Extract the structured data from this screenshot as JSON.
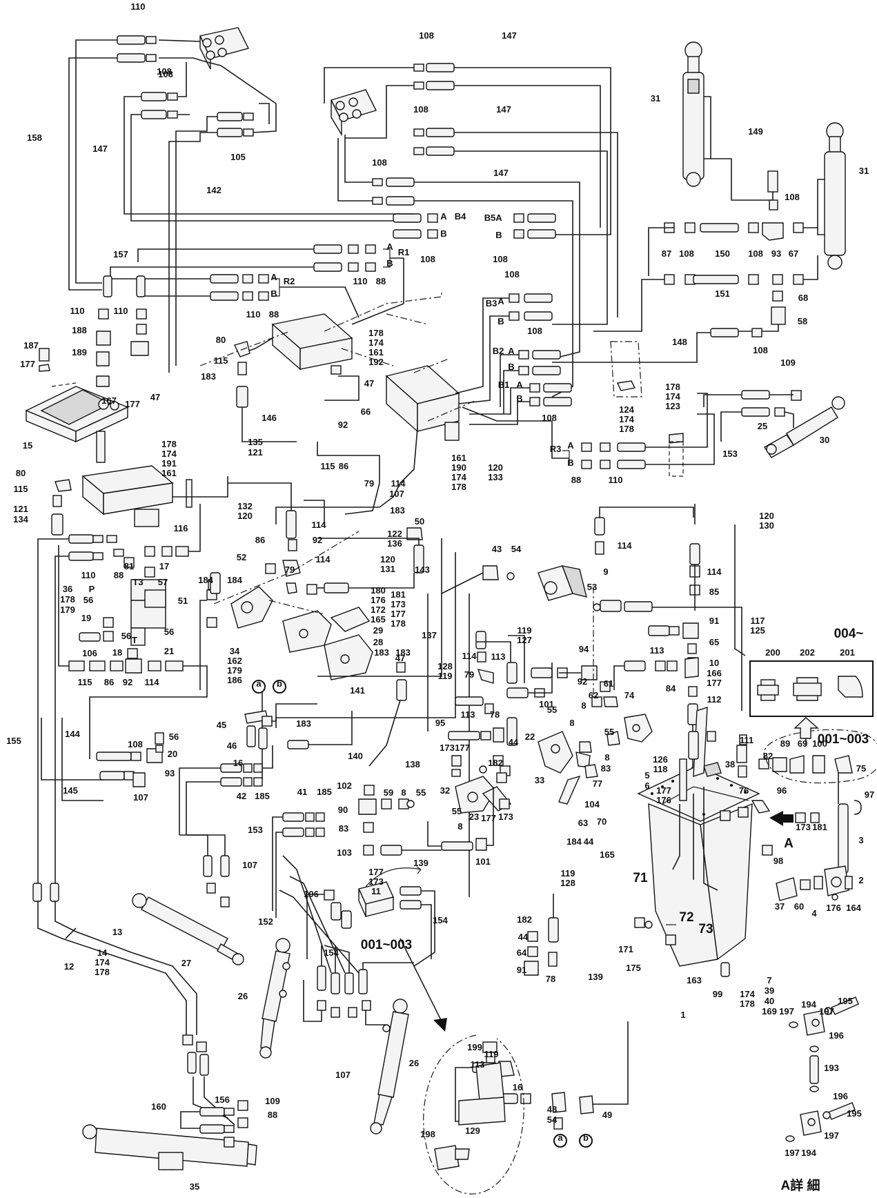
{
  "labels": {
    "l110a": "110",
    "l108a": "108",
    "l108b": "108",
    "l105": "105",
    "l147a": "147",
    "l158": "158",
    "l142": "142",
    "l108c": "108",
    "l108d": "108",
    "l108e": "108",
    "l147b": "147",
    "l147c": "147",
    "l147d": "147",
    "l31a": "31",
    "l31b": "31",
    "l149": "149",
    "l108f": "108",
    "l157": "157",
    "lA1": "A",
    "lB1": "B",
    "lR1": "R1",
    "lA2": "A",
    "lB2": "B",
    "lR2": "R2",
    "l110b": "110",
    "l88a": "88",
    "l110c": "110",
    "l88b": "88",
    "lB4": "B4",
    "lA3": "A",
    "lB3": "B",
    "l108g": "108",
    "l85": "B5",
    "lA4": "A",
    "lB5": "B",
    "l108h": "108",
    "l87": "87",
    "l108i": "108",
    "l150": "150",
    "l108j": "108",
    "l93a": "93",
    "l67": "67",
    "l151": "151",
    "l68": "68",
    "l58": "58",
    "l83": "B3",
    "lA5": "A",
    "lB6": "B",
    "l108k": "108",
    "l108l": "108",
    "l82": "B2",
    "lA6": "A",
    "lB7": "B",
    "l81": "B1",
    "lA7": "A",
    "lB8": "B",
    "l108m": "108",
    "l148": "148",
    "l108n": "108",
    "l109a": "109",
    "l25": "25",
    "l30": "30",
    "l124": "124",
    "l174a": "174",
    "l178a": "178",
    "l178b": "178",
    "l174b": "174",
    "l123": "123",
    "l153a": "153",
    "lR3": "R3",
    "lA8": "A",
    "lB9": "B",
    "l88c": "88",
    "l110d": "110",
    "l110e": "110",
    "l110f": "110",
    "l188": "188",
    "l189": "189",
    "l187": "187",
    "l177a": "177",
    "l167": "167",
    "l177b": "177",
    "l80a": "80",
    "l115a": "115",
    "l178c": "178",
    "l174c": "174",
    "l161a": "161",
    "l192": "192",
    "l183a": "183",
    "l47a": "47",
    "l47b": "47",
    "l66": "66",
    "l92a": "92",
    "l86a": "86",
    "l115b": "115",
    "l146": "146",
    "l135": "135",
    "l121a": "121",
    "l161b": "161",
    "l190": "190",
    "l174d": "174",
    "l178d": "178",
    "l79a": "79",
    "l114a": "114",
    "l107a": "107",
    "l120a": "120",
    "l133": "133",
    "l15": "15",
    "l178e": "178",
    "l174e": "174",
    "l191": "191",
    "l161c": "161",
    "l80b": "80",
    "l115c": "115",
    "l121b": "121",
    "l134": "134",
    "l116": "116",
    "l81b": "81",
    "l17": "17",
    "l110g": "110",
    "l88d": "88",
    "l36": "36",
    "l178f": "178",
    "l179": "179",
    "l56a": "56",
    "lP": "P",
    "l57": "57",
    "lT3": "T3",
    "l19": "19",
    "l106a": "106",
    "l56b": "56",
    "lT": "T",
    "l18": "18",
    "l21": "21",
    "l56c": "56",
    "l115d": "115",
    "l86b": "86",
    "l92b": "92",
    "l114b": "114",
    "l132": "132",
    "l120b": "120",
    "l114c": "114",
    "l86c": "86",
    "l92c": "92",
    "l52": "52",
    "l184a": "184",
    "l79b": "79",
    "l184b": "184",
    "l51": "51",
    "l114d": "114",
    "l34": "34",
    "l162": "162",
    "l179b": "179",
    "l186": "186",
    "la1": "a",
    "lb1": "b",
    "l183b": "183",
    "l50": "50",
    "l122": "122",
    "l136": "136",
    "l120c": "120",
    "l131": "131",
    "l180": "180",
    "l176": "176",
    "l172": "172",
    "l165": "165",
    "l29": "29",
    "l28": "28",
    "l181": "181",
    "l183c": "183",
    "l173": "173",
    "l177c": "177",
    "l178g": "178",
    "l143": "143",
    "l43": "43",
    "l54a": "54",
    "l53": "53",
    "l9": "9",
    "l120d": "120",
    "l130": "130",
    "l114e": "114",
    "l114f": "114",
    "l85b": "85",
    "l117": "117",
    "l125": "125",
    "l004": "004~",
    "l200": "200",
    "l202": "202",
    "l201": "201",
    "l91a": "91",
    "l65": "65",
    "l10": "10",
    "l166": "166",
    "l177d": "177",
    "l112": "112",
    "l137": "137",
    "l119a": "119",
    "l127": "127",
    "l114g": "114",
    "l113a": "113",
    "l79c": "79",
    "l94": "94",
    "l92d": "92",
    "l61": "61",
    "l113b": "113",
    "l84": "84",
    "l62": "62",
    "l74": "74",
    "l183d": "183",
    "l47c": "47",
    "l128a": "128",
    "l119b": "119",
    "l101a": "101",
    "l8a": "8",
    "l141": "141",
    "l45": "45",
    "l46": "46",
    "l16a": "16",
    "l183e": "183",
    "l144": "144",
    "l56d": "56",
    "l20": "20",
    "l108o": "108",
    "l93b": "93",
    "l140": "140",
    "l138": "138",
    "l113c": "113",
    "l78a": "78",
    "l95": "95",
    "l22": "22",
    "l44a": "44",
    "l33": "33",
    "l55a": "55",
    "l55b": "55",
    "l8b": "8",
    "l8c": "8",
    "l83b": "83",
    "l77": "77",
    "l104": "104",
    "l173b": "173",
    "l177e": "177",
    "l182a": "182",
    "l126": "126",
    "l118": "118",
    "l111": "111",
    "l38": "38",
    "l82b": "82",
    "l89": "89",
    "l69": "69",
    "l100": "100",
    "l001a": "001~003",
    "l75": "75",
    "l97": "97",
    "l76": "76",
    "l155": "155",
    "l145": "145",
    "l107b": "107",
    "l42": "42",
    "l185a": "185",
    "l153b": "153",
    "l41": "41",
    "l185b": "185",
    "l102": "102",
    "l59": "59",
    "l8d": "8",
    "l55c": "55",
    "l90": "90",
    "l83c": "83",
    "l32": "32",
    "l23": "23",
    "l177f": "177",
    "l173c": "173",
    "l55d": "55",
    "l8e": "8",
    "l103": "103",
    "l101b": "101",
    "l139a": "139",
    "l63": "63",
    "l70": "70",
    "l184c": "184",
    "l44b": "44",
    "l165b": "165",
    "l5": "5",
    "l6": "6",
    "l177g": "177",
    "l176b": "176",
    "l96": "96",
    "l173d": "173",
    "l181b": "181",
    "l3": "3",
    "lAbig": "A",
    "l98": "98",
    "l71": "71",
    "l72": "72",
    "l73": "73",
    "l2": "2",
    "l37": "37",
    "l60": "60",
    "l4": "4",
    "l176c": "176",
    "l164": "164",
    "l13": "13",
    "l12": "12",
    "l14": "14",
    "l174f": "174",
    "l178h": "178",
    "l27": "27",
    "l107c": "107",
    "l152": "152",
    "l177h": "177",
    "l173e": "173",
    "l11": "11",
    "l106b": "106",
    "l154a": "154",
    "l001b": "001~003",
    "l119c": "119",
    "l128b": "128",
    "l182b": "182",
    "l44c": "44",
    "l64": "64",
    "l91b": "91",
    "l78b": "78",
    "l171": "171",
    "l175": "175",
    "l163": "163",
    "l139b": "139",
    "l99": "99",
    "l1": "1",
    "l174g": "174",
    "l178i": "178",
    "l7": "7",
    "l39": "39",
    "l40": "40",
    "l169": "169",
    "l26a": "26",
    "l154b": "154",
    "l107d": "107",
    "l26b": "26",
    "l113d": "113",
    "l119d": "119",
    "l129": "129",
    "l16b": "16",
    "l48": "48",
    "l54b": "54",
    "la2": "a",
    "lb2": "b",
    "l49": "49",
    "l199": "199",
    "l198": "198",
    "l160": "160",
    "l156": "156",
    "l109b": "109",
    "l88e": "88",
    "l35": "35",
    "l195a": "195",
    "l197a": "197",
    "l194a": "194",
    "l197b": "197",
    "l196a": "196",
    "l193": "193",
    "l196b": "196",
    "l195b": "195",
    "l197c": "197",
    "l194b": "194",
    "l197d": "197",
    "detail": "A詳 細"
  }
}
